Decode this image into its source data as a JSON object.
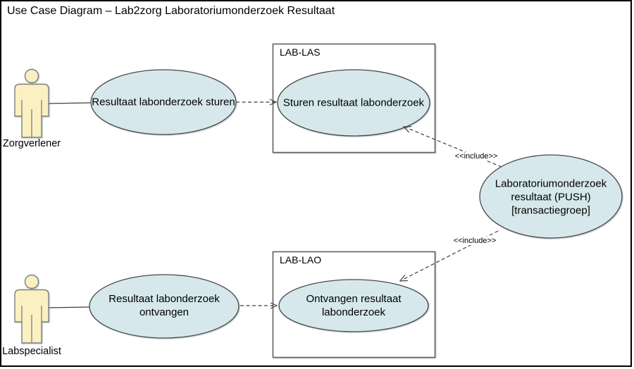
{
  "title": "Use Case Diagram – Lab2zorg Laboratoriumonderzoek Resultaat",
  "actors": [
    {
      "label": "Zorgverlener"
    },
    {
      "label": "Labspecialist"
    }
  ],
  "boundaries": [
    {
      "label": "LAB-LAS"
    },
    {
      "label": "LAB-LAO"
    }
  ],
  "usecases": [
    {
      "lines": [
        "Resultaat labonderzoek sturen"
      ]
    },
    {
      "lines": [
        "Sturen resultaat labonderzoek"
      ]
    },
    {
      "lines": [
        "Resultaat labonderzoek",
        "ontvangen"
      ]
    },
    {
      "lines": [
        "Ontvangen resultaat",
        "labonderzoek"
      ]
    },
    {
      "lines": [
        "Laboratoriumonderzoek",
        "resultaat (PUSH)",
        "[transactiegroep]"
      ]
    }
  ],
  "relations": {
    "include_label": "<<include>>"
  },
  "colors": {
    "usecase_fill": "#d6e8eb",
    "usecase_stroke": "#4a4a4a",
    "actor_fill": "#faf0c2",
    "actor_stroke": "#7f7f7f",
    "boundary_stroke": "#595959",
    "connector": "#3f3f3f",
    "canvas_border": "#000000",
    "background": "#ffffff"
  }
}
